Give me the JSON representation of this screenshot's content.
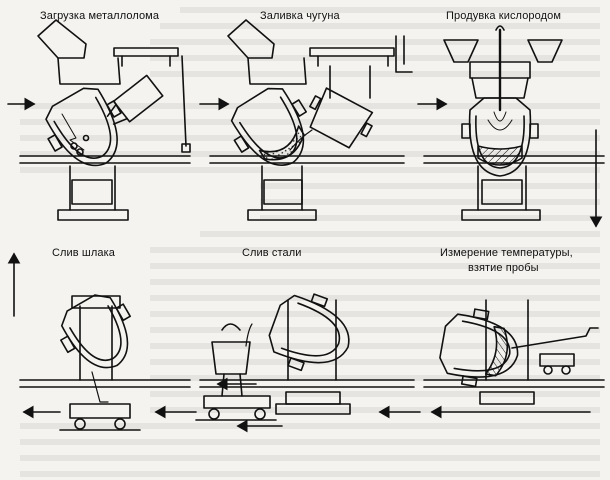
{
  "labels": {
    "scrap": "Загрузка металлолома",
    "iron": "Заливка чугуна",
    "oxygen": "Продувка кислородом",
    "slag": "Слив шлака",
    "steel": "Слив стали",
    "measure_1": "Измерение температуры,",
    "measure_2": "взятие пробы"
  },
  "colors": {
    "ink": "#111111",
    "paper": "#f4f3ef"
  }
}
